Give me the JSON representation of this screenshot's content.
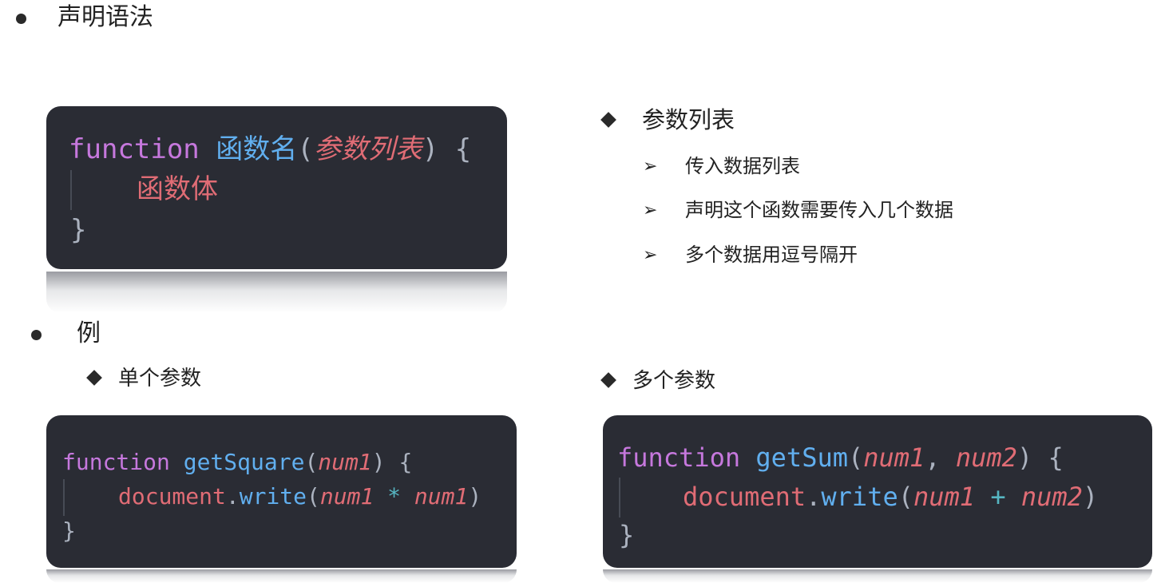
{
  "syntax": {
    "heading": "声明语法",
    "code": {
      "keyword": "function",
      "name": "函数名",
      "open_paren": "(",
      "params": "参数列表",
      "close_paren": ")",
      "open_brace": " {",
      "body": "函数体",
      "close_brace": "}"
    }
  },
  "param_list": {
    "heading": "参数列表",
    "items": [
      "传入数据列表",
      "声明这个函数需要传入几个数据",
      "多个数据用逗号隔开"
    ]
  },
  "examples": {
    "heading": "例",
    "single": {
      "heading": "单个参数",
      "code": {
        "keyword": "function",
        "name": "getSquare",
        "open_paren": "(",
        "param": "num1",
        "close_paren": ")",
        "open_brace": " {",
        "obj": "document",
        "dot": ".",
        "method": "write",
        "call_open": "(",
        "arg1": "num1",
        "operator": " * ",
        "arg2": "num1",
        "call_close": ")",
        "close_brace": "}"
      }
    },
    "multiple": {
      "heading": "多个参数",
      "code": {
        "keyword": "function",
        "name": "getSum",
        "open_paren": "(",
        "param1": "num1",
        "comma": ", ",
        "param2": "num2",
        "close_paren": ")",
        "open_brace": " {",
        "obj": "document",
        "dot": ".",
        "method": "write",
        "call_open": "(",
        "arg1": "num1",
        "operator": " + ",
        "arg2": "num2",
        "call_close": ")",
        "close_brace": "}"
      }
    }
  },
  "icons": {
    "circle_bullet": "circle-bullet-icon",
    "diamond_bullet": "diamond-bullet-icon",
    "arrow_bullet": "arrow-bullet-icon",
    "arrow_glyph": "➢"
  },
  "colors": {
    "code_background": "#2a2c34",
    "keyword": "#c678dd",
    "function_name": "#61afef",
    "parameter": "#e06c75"
  }
}
